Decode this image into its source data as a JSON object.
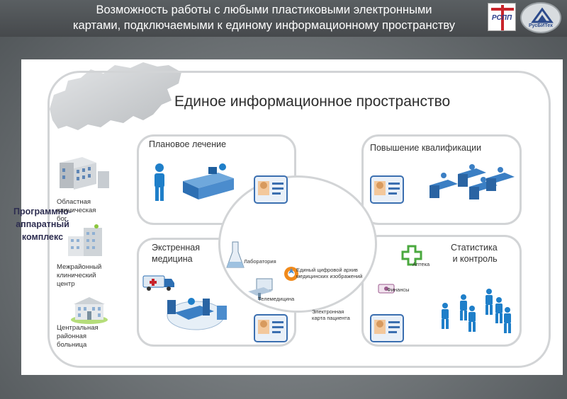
{
  "header": {
    "title_line1": "Возможность работы с любыми пластиковыми электронными",
    "title_line2": "картами, подключаемыми к единому информационному пространству",
    "logo_rspp": "РСПП",
    "logo_rusbitech": "РусБИТех"
  },
  "diagram": {
    "title": "Единое информационное пространство",
    "boxes": {
      "planned": "Плановое лечение",
      "qualification": "Повышение квалификации",
      "emergency_line1": "Экстренная",
      "emergency_line2": "медицина",
      "stats_line1": "Статистика",
      "stats_line2": "и контроль"
    },
    "center": {
      "line1": "Программно-",
      "line2": "аппаратный",
      "line3": "комплекс",
      "lab": "Лаборатория",
      "archive_line1": "Единый цифровой архив",
      "archive_line2": "медицинских изображений",
      "pharmacy": "Аптека",
      "finance": "Финансы",
      "telemed": "Телемедицина",
      "card_line1": "Электронная",
      "card_line2": "карта пациента"
    },
    "facilities": {
      "regional_line1": "Областная",
      "regional_line2": "клиническая",
      "regional_line3": "бог",
      "interdistrict_line1": "Межрайонный",
      "interdistrict_line2": "клинический",
      "interdistrict_line3": "центр",
      "central_line1": "Центральная",
      "central_line2": "районная",
      "central_line3": "больница"
    }
  },
  "colors": {
    "header_bg": "#4b4f52",
    "frame": "#d2d4d6",
    "person_blue": "#1f7fc9",
    "card_blue": "#3b6fb0",
    "pharmacy_green": "#4aa83e",
    "archive_orange": "#f08a1c"
  }
}
